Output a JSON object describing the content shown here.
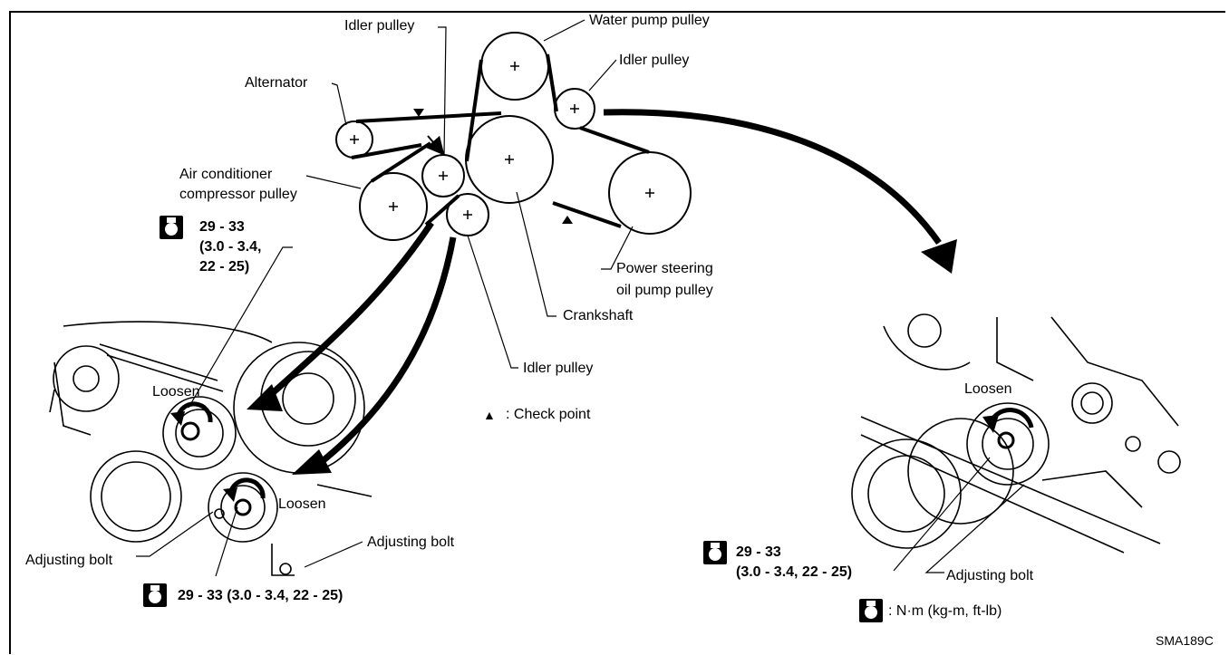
{
  "labels": {
    "idler_pulley_top": "Idler pulley",
    "water_pump_pulley": "Water pump pulley",
    "idler_pulley_right": "Idler pulley",
    "alternator": "Alternator",
    "ac_compressor_line1": "Air conditioner",
    "ac_compressor_line2": "compressor pulley",
    "power_steering_line1": "Power steering",
    "power_steering_line2": "oil pump pulley",
    "crankshaft": "Crankshaft",
    "idler_pulley_bottom": "Idler pulley",
    "check_point_symbol": "▲",
    "check_point_text": ": Check point",
    "loosen_left_upper": "Loosen",
    "loosen_left_lower": "Loosen",
    "loosen_right": "Loosen",
    "adjusting_bolt_left": "Adjusting bolt",
    "adjusting_bolt_center": "Adjusting bolt",
    "adjusting_bolt_right": "Adjusting bolt",
    "units": ": N·m (kg-m, ft-lb)",
    "figure_code": "SMA189C"
  },
  "torque": {
    "left_upper_line1": "29 - 33",
    "left_upper_line2": "(3.0 - 3.4,",
    "left_upper_line3": "22 - 25)",
    "left_lower": "29 - 33 (3.0 - 3.4, 22 - 25)",
    "right_line1": "29 - 33",
    "right_line2": "(3.0 - 3.4, 22 - 25)"
  },
  "icons": [
    "torque-wrench-icon",
    "check-point-triangle-icon",
    "rotation-arrow-icon",
    "pulley-center-plus-icon"
  ]
}
